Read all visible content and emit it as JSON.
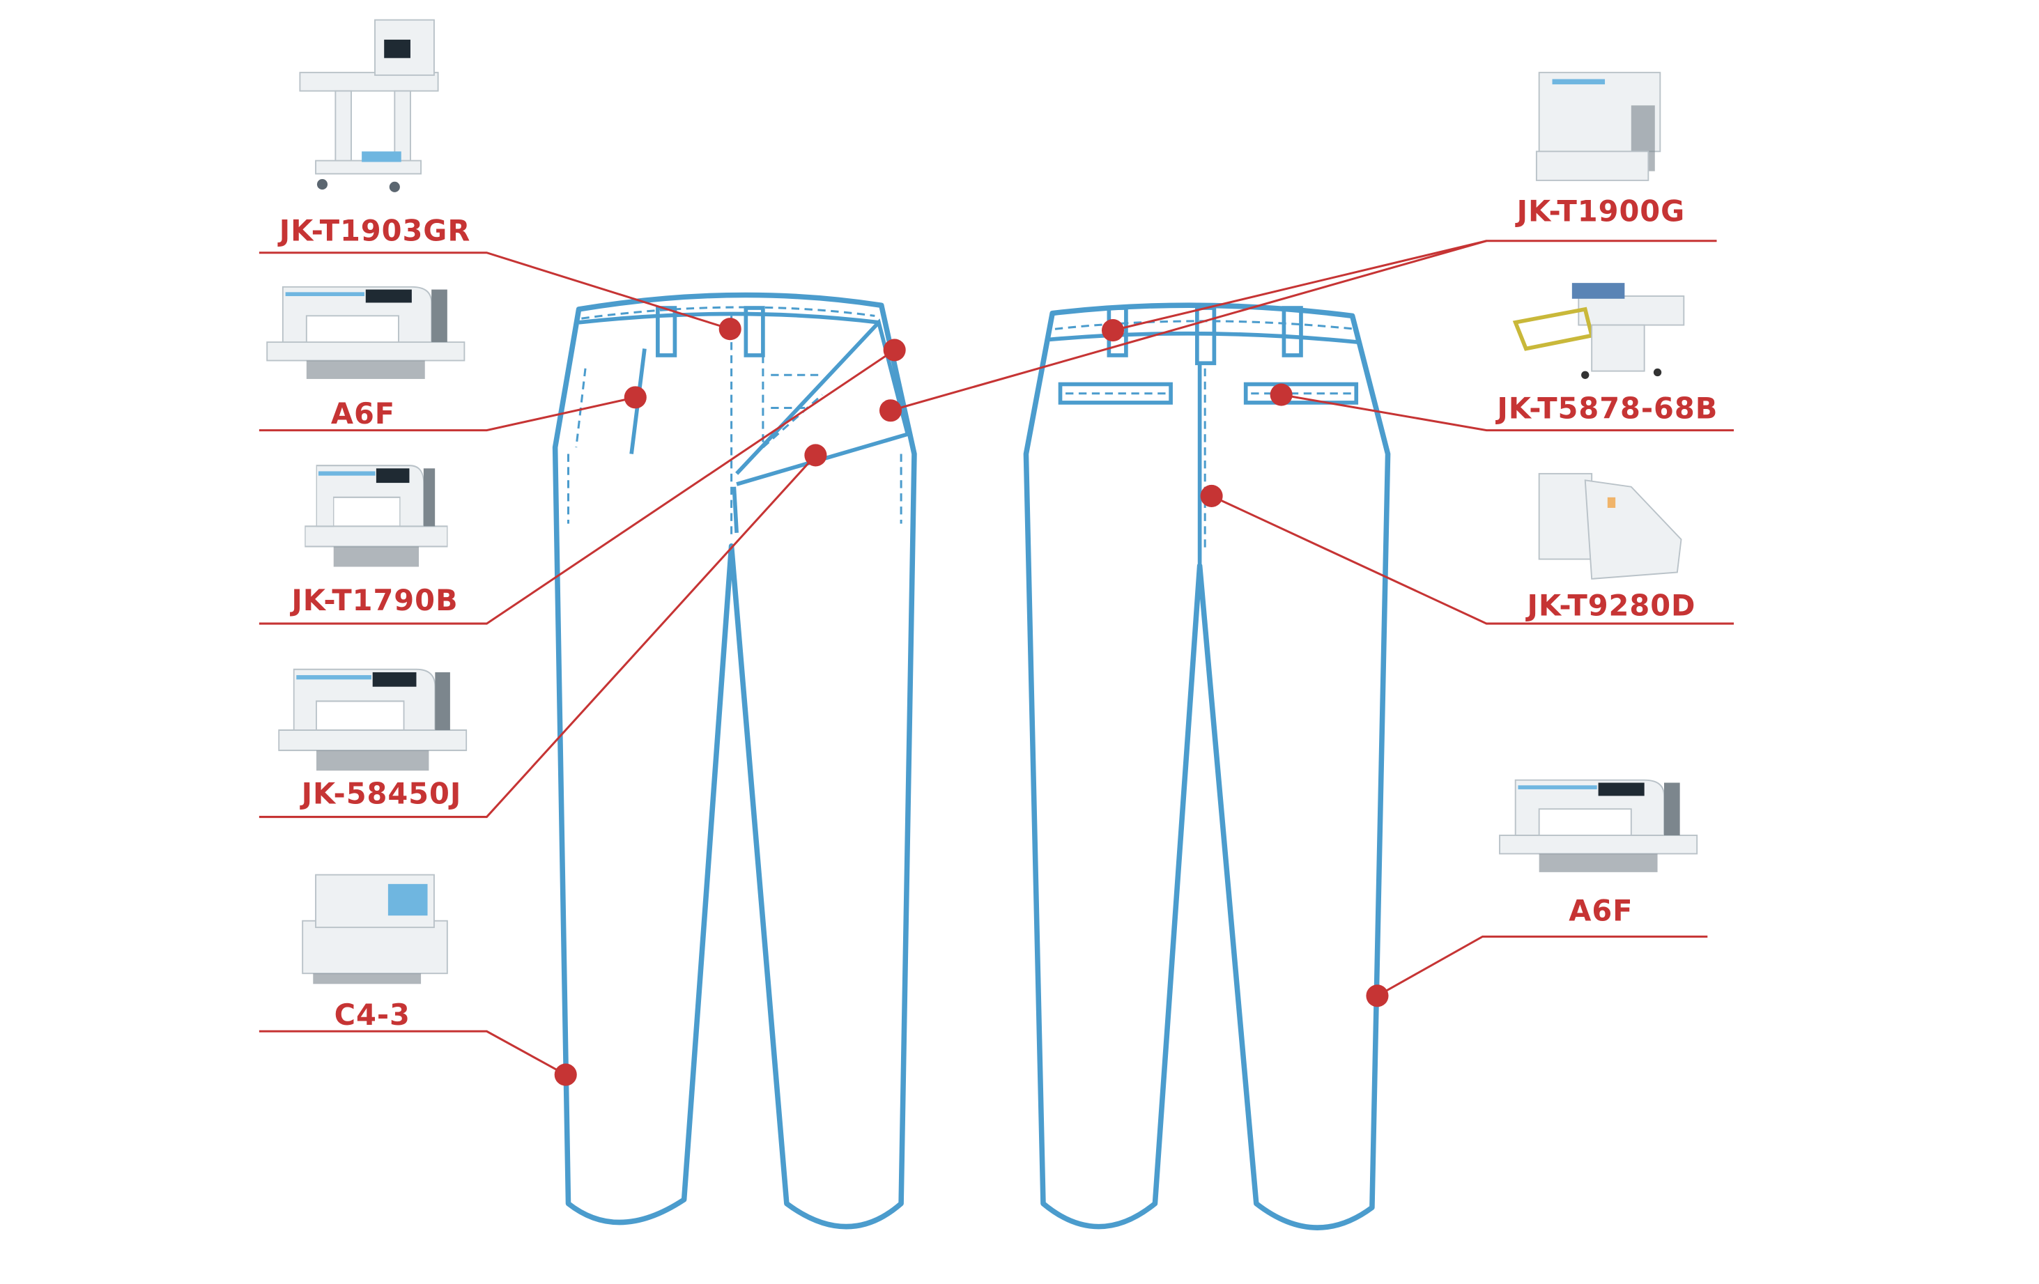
{
  "colors": {
    "accent": "#c63434",
    "garment": "#4b9ccd"
  },
  "left_labels": [
    {
      "model": "JK-T1903GR"
    },
    {
      "model": "A6F"
    },
    {
      "model": "JK-T1790B"
    },
    {
      "model": "JK-58450J"
    },
    {
      "model": "C4-3"
    }
  ],
  "right_labels": [
    {
      "model": "JK-T1900G"
    },
    {
      "model": "JK-T5878-68B"
    },
    {
      "model": "JK-T9280D"
    },
    {
      "model": "A6F"
    }
  ]
}
